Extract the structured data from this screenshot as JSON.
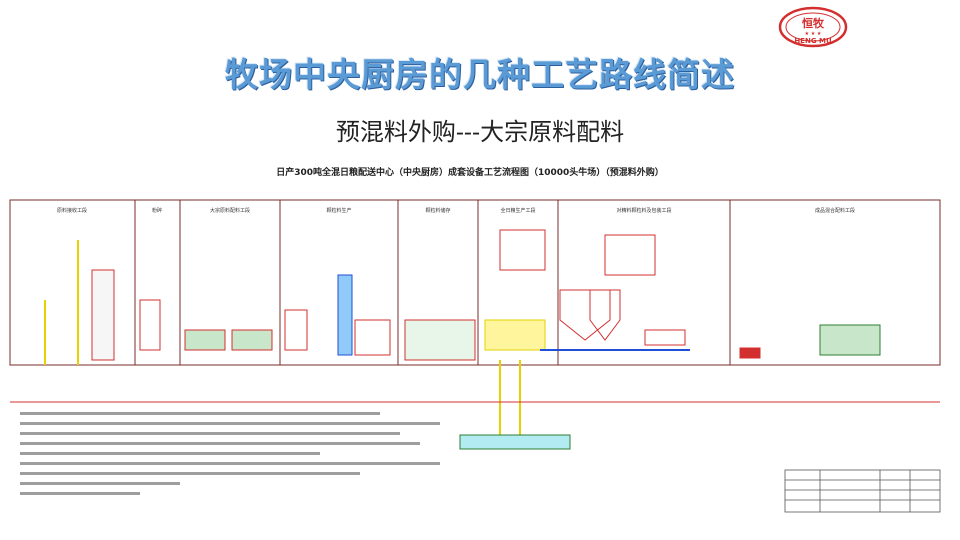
{
  "logo": {
    "top_text": "恒牧",
    "bottom_text": "HENG MU",
    "brand_color": "#d32f2f"
  },
  "slide": {
    "title": "牧场中央厨房的几种工艺路线简述",
    "subtitle": "预混料外购---大宗原料配料",
    "title_color": "#5b9bd5"
  },
  "drawing": {
    "heading": "日产300吨全混日粮配送中心（中央厨房）成套设备工艺流程图（10000头牛场）（预混料外购）",
    "sections": [
      "原料接收工段",
      "粉碎",
      "大宗原料配料工段",
      "颗粒料生产",
      "颗粒料储存",
      "全日粮生产工段",
      "对精料颗粒料及包装工段",
      "成品混合配料工段"
    ],
    "colors": {
      "line": "#d32f2f",
      "frame": "#7a2b2b",
      "accent_yellow": "#e6d200",
      "accent_blue": "#1f4fd6",
      "accent_green": "#2e7d32"
    }
  }
}
